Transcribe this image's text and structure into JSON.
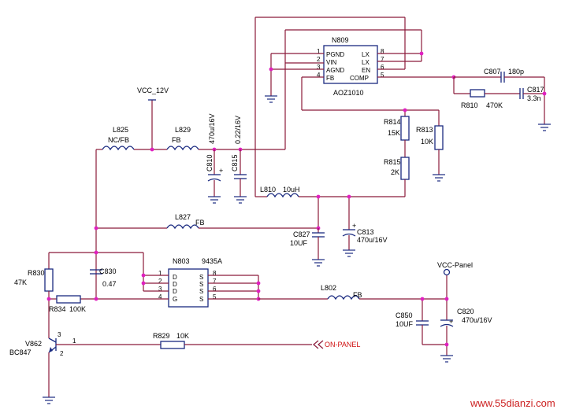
{
  "labels": {
    "n809": "N809",
    "aoz1010": "AOZ1010",
    "pgnd": "PGND",
    "vin": "VIN",
    "agnd": "AGND",
    "fb_pin": "FB",
    "lx1": "LX",
    "lx2": "LX",
    "en": "EN",
    "comp": "COMP",
    "p1": "1",
    "p2": "2",
    "p3": "3",
    "p4": "4",
    "p5": "5",
    "p6": "6",
    "p7": "7",
    "p8": "8",
    "c807": "C807",
    "c807_val": "180p",
    "c817": "C817",
    "c817_val": "3.3n",
    "r810": "R810",
    "r810_val": "470K",
    "r814": "R814",
    "r814_val": "15K",
    "r813": "R813",
    "r813_val": "10K",
    "r815": "R815",
    "r815_val": "2K",
    "vcc12": "VCC_12V",
    "l825": "L825",
    "l825_val": "NC/FB",
    "l829": "L829",
    "l829_val": "FB",
    "c810": "C810",
    "c810_val": "470u/16V",
    "c815": "C815",
    "c815_val": "0.22/16V",
    "l810": "L810",
    "l810_val": "10uH",
    "l827": "L827",
    "l827_val": "FB",
    "c827": "C827",
    "c827_val": "10UF",
    "c813": "C813",
    "c813_val": "470u/16V",
    "r830": "R830",
    "r830_val": "47K",
    "c830": "C830",
    "c830_val": "0.47",
    "n803": "N803",
    "n803_val": "9435A",
    "d1": "D",
    "d2": "D",
    "d3": "D",
    "g4": "G",
    "s1": "S",
    "s2": "S",
    "s3": "S",
    "s4": "S",
    "q1": "1",
    "q2": "2",
    "q3": "3",
    "q4": "4",
    "q5": "5",
    "q6": "6",
    "q7": "7",
    "q8": "8",
    "r834": "R834",
    "r834_val": "100K",
    "vcc_panel": "VCC-Panel",
    "l802": "L802",
    "l802_val": "FB",
    "c850": "C850",
    "c850_val": "10UF",
    "c820": "C820",
    "c820_val": "470u/16V",
    "v862": "V862",
    "bc847": "BC847",
    "t1": "1",
    "t2": "2",
    "t3": "3",
    "r829": "R829",
    "r829_val": "10K",
    "on_panel": "ON-PANEL",
    "plus_c810": "+",
    "plus_c813": "+",
    "plus_c820": "+",
    "watermark": "www.55dianzi.com"
  },
  "colors": {
    "wire": "#8b1a3a",
    "component": "#1a2a80",
    "junction": "#e020c0",
    "signal": "#d01010"
  }
}
